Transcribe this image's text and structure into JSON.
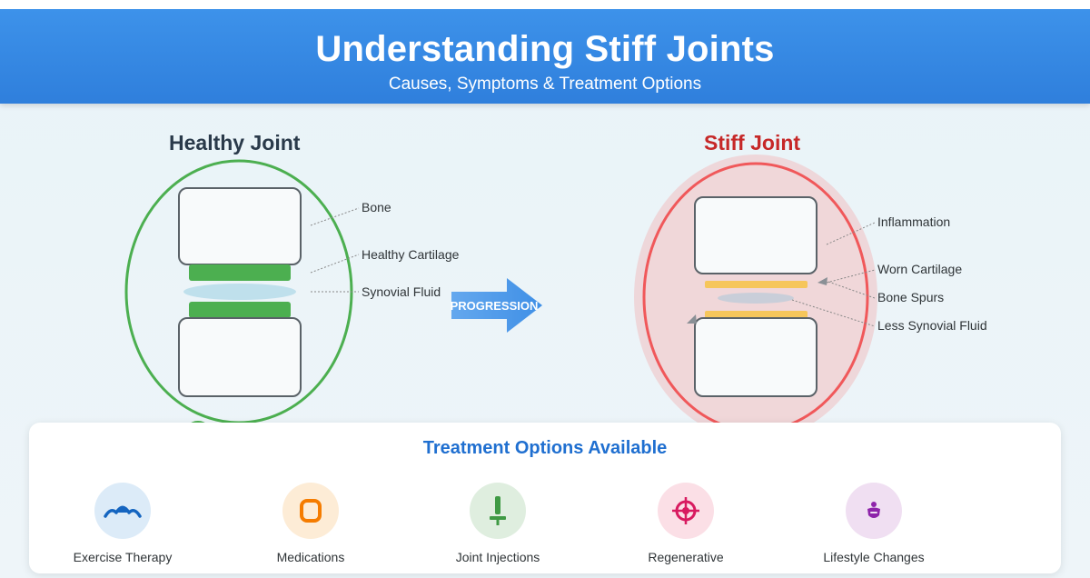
{
  "header": {
    "title": "Understanding Stiff Joints",
    "subtitle": "Causes, Symptoms & Treatment Options"
  },
  "healthy": {
    "title": "Healthy Joint",
    "labels": {
      "bone": "Bone",
      "cartilage": "Healthy Cartilage",
      "fluid": "Synovial Fluid"
    }
  },
  "arrow": {
    "label": "PROGRESSION"
  },
  "stiff": {
    "title": "Stiff Joint",
    "labels": {
      "inflammation": "Inflammation",
      "worn_cartilage": "Worn Cartilage",
      "bone_spurs": "Bone Spurs",
      "less_fluid": "Less Synovial Fluid"
    }
  },
  "treatments": {
    "title": "Treatment Options Available",
    "items": [
      {
        "label": "Exercise Therapy",
        "icon": "exercise-icon"
      },
      {
        "label": "Medications",
        "icon": "medication-icon"
      },
      {
        "label": "Joint Injections",
        "icon": "injection-icon"
      },
      {
        "label": "Regenerative",
        "icon": "regenerative-icon"
      },
      {
        "label": "Lifestyle Changes",
        "icon": "lifestyle-icon"
      }
    ]
  },
  "colors": {
    "header": "#3a8ce6",
    "healthy": "#4caf50",
    "stiff": "#ef5350",
    "stiff_title": "#c62828",
    "worn_cartilage": "#f6c65b",
    "treatment_title": "#1f6fd0"
  }
}
